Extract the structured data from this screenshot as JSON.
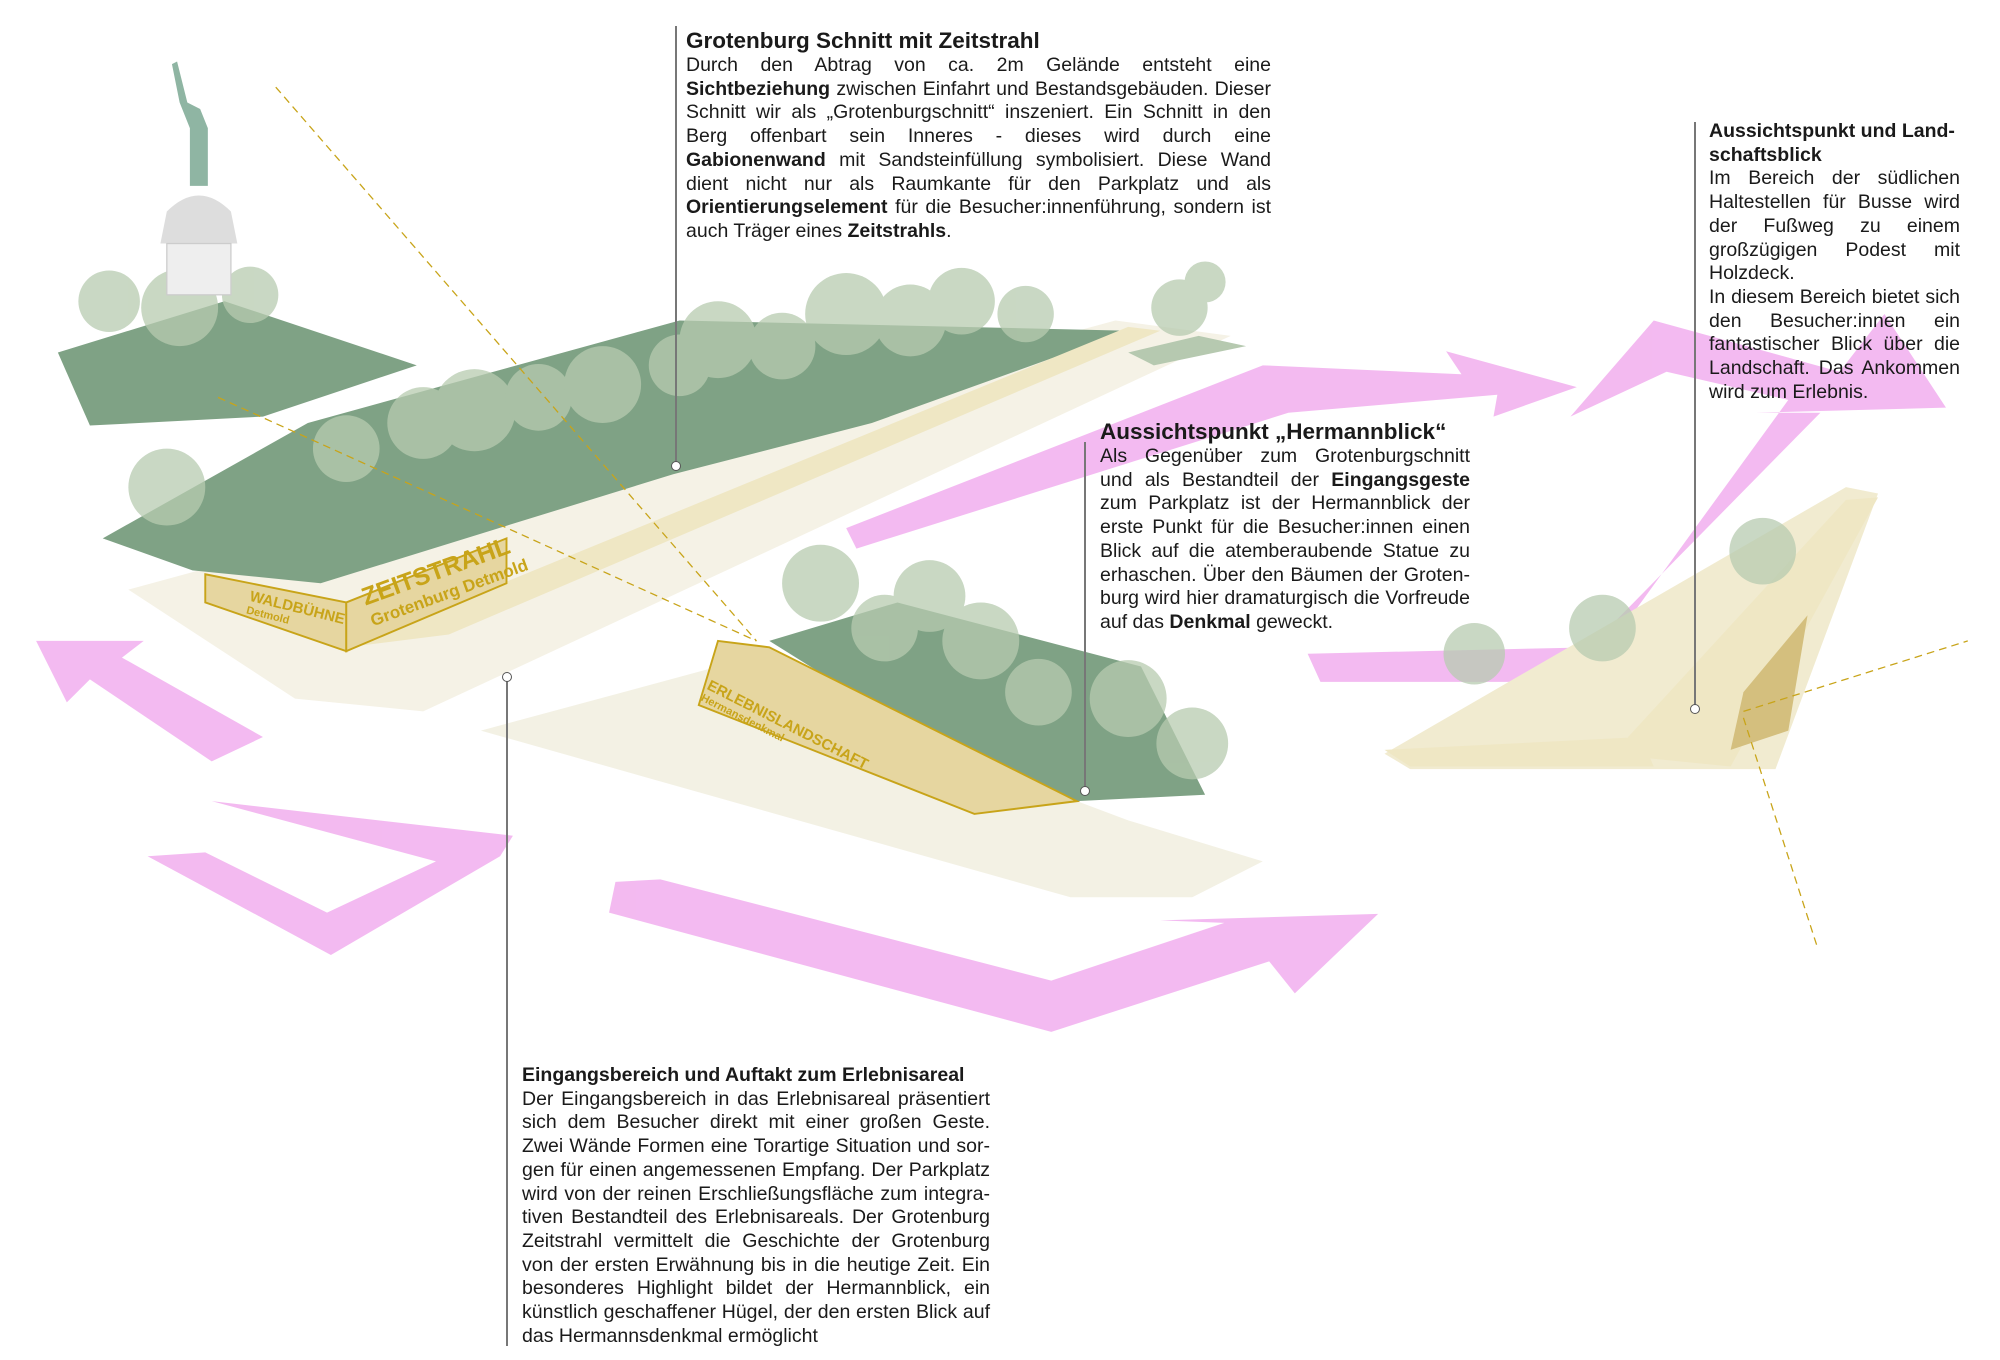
{
  "blocks": {
    "grotenburg": {
      "title": "Grotenburg Schnitt mit Zeitstrahl",
      "segments": [
        "Durch den Abtrag von ca. 2m Gelände entsteht eine ",
        "Sichtbeziehung",
        " zwischen Einfahrt und Bestandsgebäuden. Dieser Schnitt wir als „Grotenburgschnitt“ inszeniert. Ein Schnitt in den Berg offenbart sein Inneres - dieses wird durch eine ",
        "Gabionenwand",
        " mit Sandsteinfüllung symbolisiert. Diese Wand dient nicht nur als Raumkante für den Parkplatz und als ",
        "Orientierungselement",
        " für die Besucher:innenführung, sondern ist auch Träger eines ",
        "Zeitstrahls",
        "."
      ]
    },
    "hermannblick": {
      "title": "Aussichtspunkt „Hermannblick“",
      "segments": [
        "Als Gegenüber zum Grotenburgschnitt und als Bestandteil der ",
        "Eingangsgeste",
        " zum Parkplatz ist der Hermannblick der erste Punkt für die Besucher:innen einen Blick auf die atemberaubende Statue zu erhaschen. Über den Bäumen der Groten-burg wird hier dramaturgisch die Vorfreude auf das ",
        "Denkmal",
        " geweckt."
      ]
    },
    "landschaftsblick": {
      "title": "Aussichtspunkt und Land-schaftsblick",
      "p1": "Im Bereich der südlichen Haltestellen für Busse wird der Fußweg zu einem großzügigen Podest mit Holzdeck.",
      "p2": "In diesem Bereich bietet sich den Besucher:innen ein fantastischer Blick über die Landschaft. Das Ankommen wird zum Erlebnis."
    },
    "eingang": {
      "title": "Eingangsbereich und Auftakt zum Erlebnisareal",
      "body": "Der Eingangsbereich in das Erlebnisareal präsentiert sich dem Besucher direkt mit einer großen Geste. Zwei Wände Formen eine Torartige Situation und sor-gen für einen angemessenen Empfang. Der Parkplatz wird von der reinen Erschließungsfläche zum integra-tiven Bestandteil des Erlebnisareals. Der Grotenburg Zeitstrahl vermittelt die Geschichte der Grotenburg von der ersten Erwähnung bis in die heutige Zeit. Ein besonderes Highlight bildet der Hermannblick, ein künstlich geschaffener Hügel, der den ersten Blick auf das Hermannsdenkmal ermöglicht"
    }
  },
  "walls": {
    "waldbuehne": {
      "title": "WALDBÜHNE",
      "sub": "Detmold"
    },
    "zeitstrahl": {
      "title": "ZEITSTRAHL",
      "sub": "Grotenburg Detmold"
    },
    "erlebnis": {
      "title": "ERLEBNISLANDSCHAFT",
      "sub": "Hermansdenkmal"
    }
  },
  "colors": {
    "arrow": "#f2b3ef",
    "forest": "#7fa285",
    "path": "#efe7c4",
    "wall": "#e6d6a0",
    "accent": "#c8a419",
    "tree": "#b7cbb0"
  }
}
